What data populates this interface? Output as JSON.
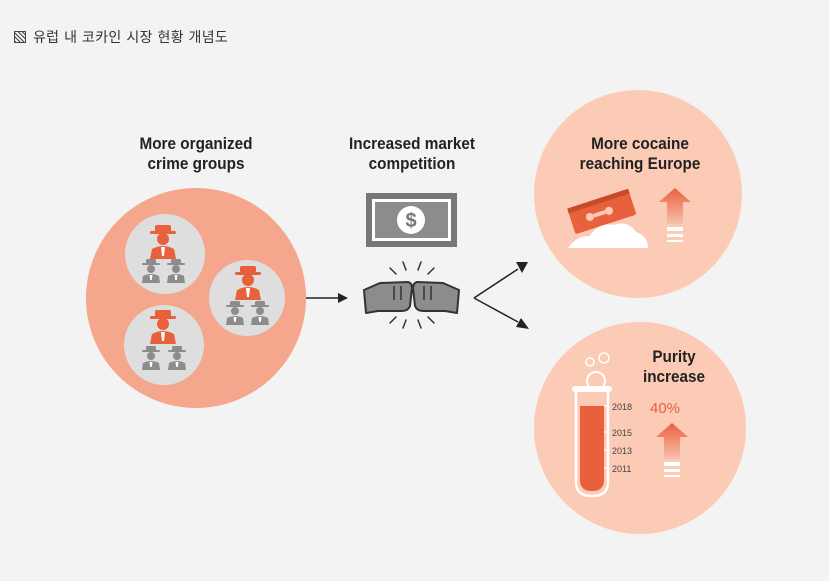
{
  "header": {
    "title": "유럽 내 코카인 시장 현황 개념도"
  },
  "nodes": {
    "groups": {
      "label_line1": "More organized",
      "label_line2": "crime groups"
    },
    "competition": {
      "label_line1": "Increased market",
      "label_line2": "competition"
    },
    "europe": {
      "label_line1": "More cocaine",
      "label_line2": "reaching Europe"
    },
    "purity": {
      "label_line1": "Purity",
      "label_line2": "increase",
      "value": "40%",
      "years": [
        "2018",
        "2015",
        "2013",
        "2011"
      ]
    }
  },
  "colors": {
    "salmon": "#f4a78c",
    "light_salmon": "#fbcbb6",
    "accent": "#e8603c",
    "gray": "#8c8c8c",
    "background": "#f3f3f3"
  }
}
